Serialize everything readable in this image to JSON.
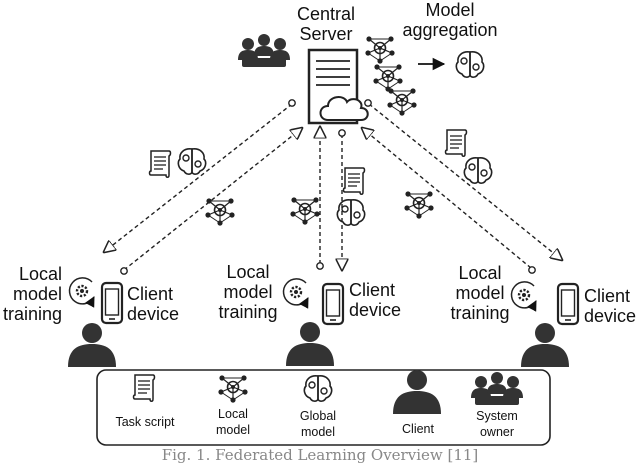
{
  "server": {
    "label": "Central\nServer"
  },
  "aggregation": {
    "label": "Model\naggregation"
  },
  "clients": [
    {
      "training_label": "Local\nmodel\ntraining",
      "device_label": "Client\ndevice"
    },
    {
      "training_label": "Local\nmodel\ntraining",
      "device_label": "Client\ndevice"
    },
    {
      "training_label": "Local\nmodel\ntraining",
      "device_label": "Client\ndevice"
    }
  ],
  "legend": {
    "items": [
      {
        "label": "Task script",
        "icon": "task-script-icon"
      },
      {
        "label": "Local\nmodel",
        "icon": "local-model-icon"
      },
      {
        "label": "Global\nmodel",
        "icon": "global-model-icon"
      },
      {
        "label": "Client",
        "icon": "client-icon"
      },
      {
        "label": "System\nowner",
        "icon": "system-owner-icon"
      }
    ]
  },
  "caption": "Fig. 1. Federated Learning Overview [11]",
  "colors": {
    "ink": "#111111",
    "icon": "#333333",
    "caption": "#888888"
  }
}
